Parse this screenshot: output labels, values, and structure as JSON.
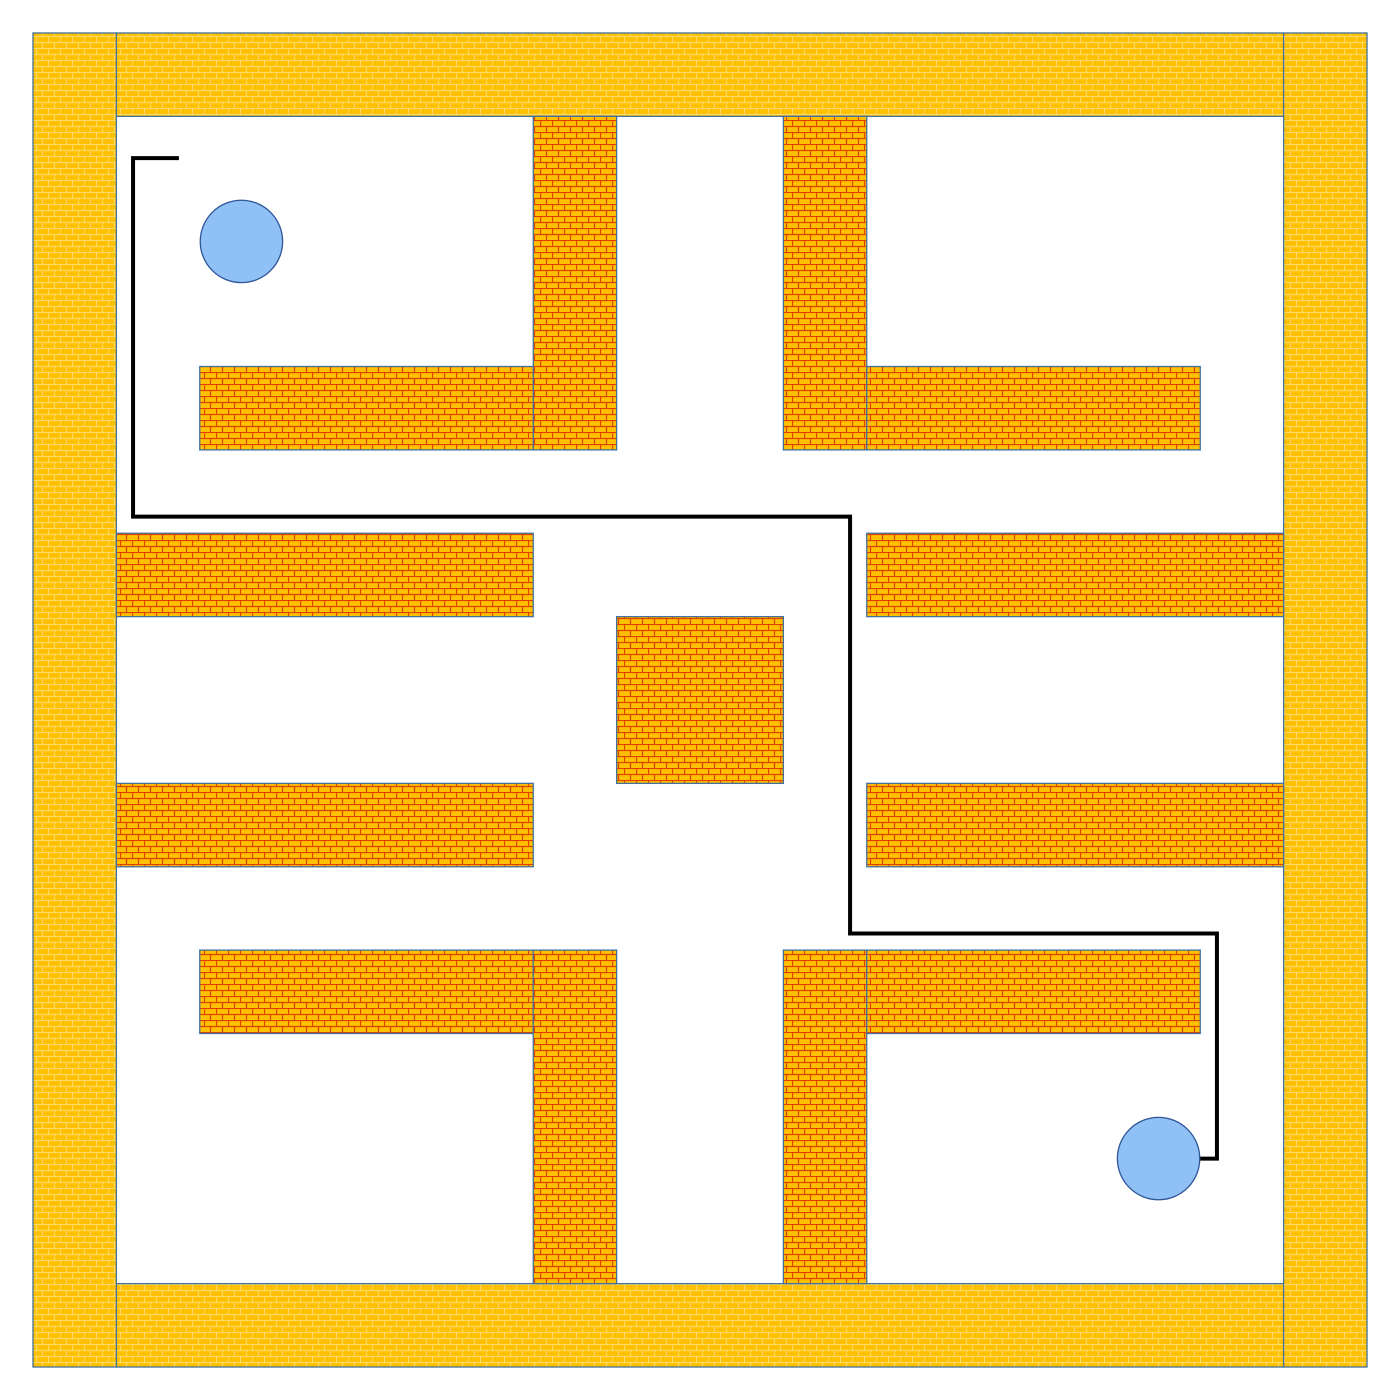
{
  "game": {
    "type": "maze",
    "grid": {
      "columns": 16,
      "rows": 16
    },
    "colors": {
      "background": "#ffffff",
      "outer_wall_fill": "#ffc000",
      "outer_wall_mortar": "#ffd966",
      "inner_wall_fill": "#ffc000",
      "inner_wall_mortar": "#e04000",
      "wall_border": "#41719c",
      "marker_fill": "#8fc1f6",
      "marker_border": "#2f5597",
      "path": "#000000"
    },
    "outer_walls": [
      {
        "id": "top",
        "cell_span": {
          "c0": 1,
          "r0": 0,
          "c1": 15,
          "r1": 1
        }
      },
      {
        "id": "bottom",
        "cell_span": {
          "c0": 1,
          "r0": 15,
          "c1": 15,
          "r1": 16
        }
      },
      {
        "id": "left",
        "cell_span": {
          "c0": 0,
          "r0": 0,
          "c1": 1,
          "r1": 16
        }
      },
      {
        "id": "right",
        "cell_span": {
          "c0": 15,
          "r0": 0,
          "c1": 16,
          "r1": 16
        }
      }
    ],
    "inner_walls": [
      {
        "id": "tl-vertical",
        "cell_span": {
          "c0": 6,
          "r0": 1,
          "c1": 7,
          "r1": 5
        }
      },
      {
        "id": "tl-horizontal",
        "cell_span": {
          "c0": 2,
          "r0": 4,
          "c1": 6,
          "r1": 5
        }
      },
      {
        "id": "tr-vertical",
        "cell_span": {
          "c0": 9,
          "r0": 1,
          "c1": 10,
          "r1": 5
        }
      },
      {
        "id": "tr-horizontal",
        "cell_span": {
          "c0": 10,
          "r0": 4,
          "c1": 14,
          "r1": 5
        }
      },
      {
        "id": "ml-upper",
        "cell_span": {
          "c0": 1,
          "r0": 6,
          "c1": 6,
          "r1": 7
        }
      },
      {
        "id": "mr-upper",
        "cell_span": {
          "c0": 10,
          "r0": 6,
          "c1": 15,
          "r1": 7
        }
      },
      {
        "id": "center-block",
        "cell_span": {
          "c0": 7,
          "r0": 7,
          "c1": 9,
          "r1": 9
        }
      },
      {
        "id": "ml-lower",
        "cell_span": {
          "c0": 1,
          "r0": 9,
          "c1": 6,
          "r1": 10
        }
      },
      {
        "id": "mr-lower",
        "cell_span": {
          "c0": 10,
          "r0": 9,
          "c1": 15,
          "r1": 10
        }
      },
      {
        "id": "bl-horizontal",
        "cell_span": {
          "c0": 2,
          "r0": 11,
          "c1": 6,
          "r1": 12
        }
      },
      {
        "id": "bl-vertical",
        "cell_span": {
          "c0": 6,
          "r0": 11,
          "c1": 7,
          "r1": 15
        }
      },
      {
        "id": "br-vertical",
        "cell_span": {
          "c0": 9,
          "r0": 11,
          "c1": 10,
          "r1": 15
        }
      },
      {
        "id": "br-horizontal",
        "cell_span": {
          "c0": 10,
          "r0": 11,
          "c1": 14,
          "r1": 12
        }
      }
    ],
    "start_marker": {
      "cell": [
        2,
        2
      ]
    },
    "end_marker": {
      "cell": [
        13,
        13
      ]
    },
    "solution_path": [
      [
        1.75,
        1.5
      ],
      [
        1.2,
        1.5
      ],
      [
        1.2,
        5.8
      ],
      [
        9.8,
        5.8
      ],
      [
        9.8,
        10.8
      ],
      [
        14.2,
        10.8
      ],
      [
        14.2,
        13.5
      ],
      [
        13.5,
        13.5
      ]
    ]
  }
}
